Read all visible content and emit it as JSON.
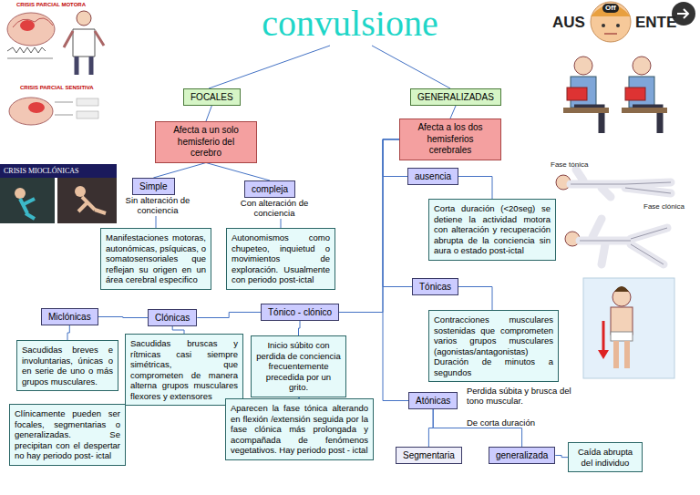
{
  "diagram": {
    "title": "convulsione",
    "nodes": [
      {
        "text": [
          "FOCALES"
        ]
      },
      {
        "text": [
          "Afecta a un solo hemisferio del cerebro"
        ]
      },
      {
        "text": [
          "Simple"
        ]
      },
      {
        "text": [
          "compleja"
        ]
      },
      {
        "text": [
          "Manifestaciones motoras, autonómicas, psíquicas, o somatosensoriales que reflejan su origen en un área cerebral especifico"
        ]
      },
      {
        "text": [
          "Autonomismos como chupeteo, inquietud o movimientos de exploración. Usualmente con periodo post-ictal"
        ]
      },
      {
        "text": [
          "Miclónicas"
        ]
      },
      {
        "text": [
          "Clónicas"
        ]
      },
      {
        "text": [
          "Tónico - clónico"
        ]
      },
      {
        "text": [
          "Sacudidas breves e involuntarias, únicas o en serie de uno o más grupos musculares."
        ]
      },
      {
        "text": [
          "Clínicamente pueden ser focales, segmentarias o generalizadas. Se precipitan con el despertar no hay periodo post- ictal"
        ]
      },
      {
        "text": [
          "Sacudidas bruscas y rítmicas casi siempre simétricas, que comprometen de manera alterna grupos musculares flexores y extensores"
        ]
      },
      {
        "text": [
          "Inicio súbito con perdida de conciencia frecuentemente precedida por un grito."
        ]
      },
      {
        "text": [
          "Aparecen la fase tónica alterando en flexión /extensión seguida por la fase clónica más prolongada y acompañada de fenómenos vegetativos. Hay periodo post - ictal"
        ]
      },
      {
        "text": [
          "GENERALIZADAS"
        ]
      },
      {
        "text": [
          "Afecta a los dos hemisferios cerebrales"
        ]
      },
      {
        "text": [
          "ausencia"
        ]
      },
      {
        "text": [
          "Corta duración (<20seg) se detiene la actividad motora con alteración y recuperación abrupta de la conciencia sin aura o estado post-ictal"
        ]
      },
      {
        "text": [
          "Tónicas"
        ]
      },
      {
        "text": [
          "Contracciones musculares sostenidas que comprometen varios grupos musculares (agonistas/antagonistas) Duración de minutos a segundos"
        ]
      },
      {
        "text": [
          "Atónicas"
        ]
      },
      {
        "text": [
          "Segmentaria"
        ]
      },
      {
        "text": [
          "generalizada"
        ]
      },
      {
        "text": [
          "Caída abrupta del individuo"
        ]
      }
    ],
    "edges": [
      {
        "from": 0,
        "to": 1,
        "arrow": "none"
      },
      {
        "from": 1,
        "to": 2,
        "arrow": "none"
      },
      {
        "from": 1,
        "to": 3,
        "arrow": "none"
      },
      {
        "from": 2,
        "to": 4,
        "arrow": "none"
      },
      {
        "from": 3,
        "to": 5,
        "arrow": "none"
      },
      {
        "from": 14,
        "to": 15,
        "arrow": "none"
      },
      {
        "from": 15,
        "to": 16,
        "arrow": "none"
      },
      {
        "from": 16,
        "to": 17,
        "arrow": "none"
      },
      {
        "from": 15,
        "to": 18,
        "arrow": "none"
      },
      {
        "from": 18,
        "to": 19,
        "arrow": "none"
      },
      {
        "from": 15,
        "to": 20,
        "arrow": "none"
      },
      {
        "from": 20,
        "to": 21,
        "arrow": "none"
      },
      {
        "from": 20,
        "to": 22,
        "arrow": "none"
      },
      {
        "from": 22,
        "to": 23,
        "arrow": "none"
      },
      {
        "from": 15,
        "to": 8,
        "arrow": "none"
      },
      {
        "from": 8,
        "to": 7,
        "arrow": "none"
      },
      {
        "from": 7,
        "to": 6,
        "arrow": "none"
      },
      {
        "from": 6,
        "to": 9,
        "arrow": "none"
      },
      {
        "from": 7,
        "to": 11,
        "arrow": "none"
      },
      {
        "from": 8,
        "to": 12,
        "arrow": "none"
      },
      {
        "from": 12,
        "to": 13,
        "arrow": "none"
      }
    ],
    "labels": [
      "CRISIS PARCIAL MOTORA",
      "CRISIS PARCIAL SENSITIVA",
      "CRISIS MIOCLÓNICAS",
      "AUS",
      "Off",
      "ENTE",
      "Fase tónica",
      "Fase clónica",
      "Sin alteración de conciencia",
      "Con alteración de conciencia",
      "Perdida súbita y brusca del tono muscular.",
      "De corta duración"
    ]
  }
}
